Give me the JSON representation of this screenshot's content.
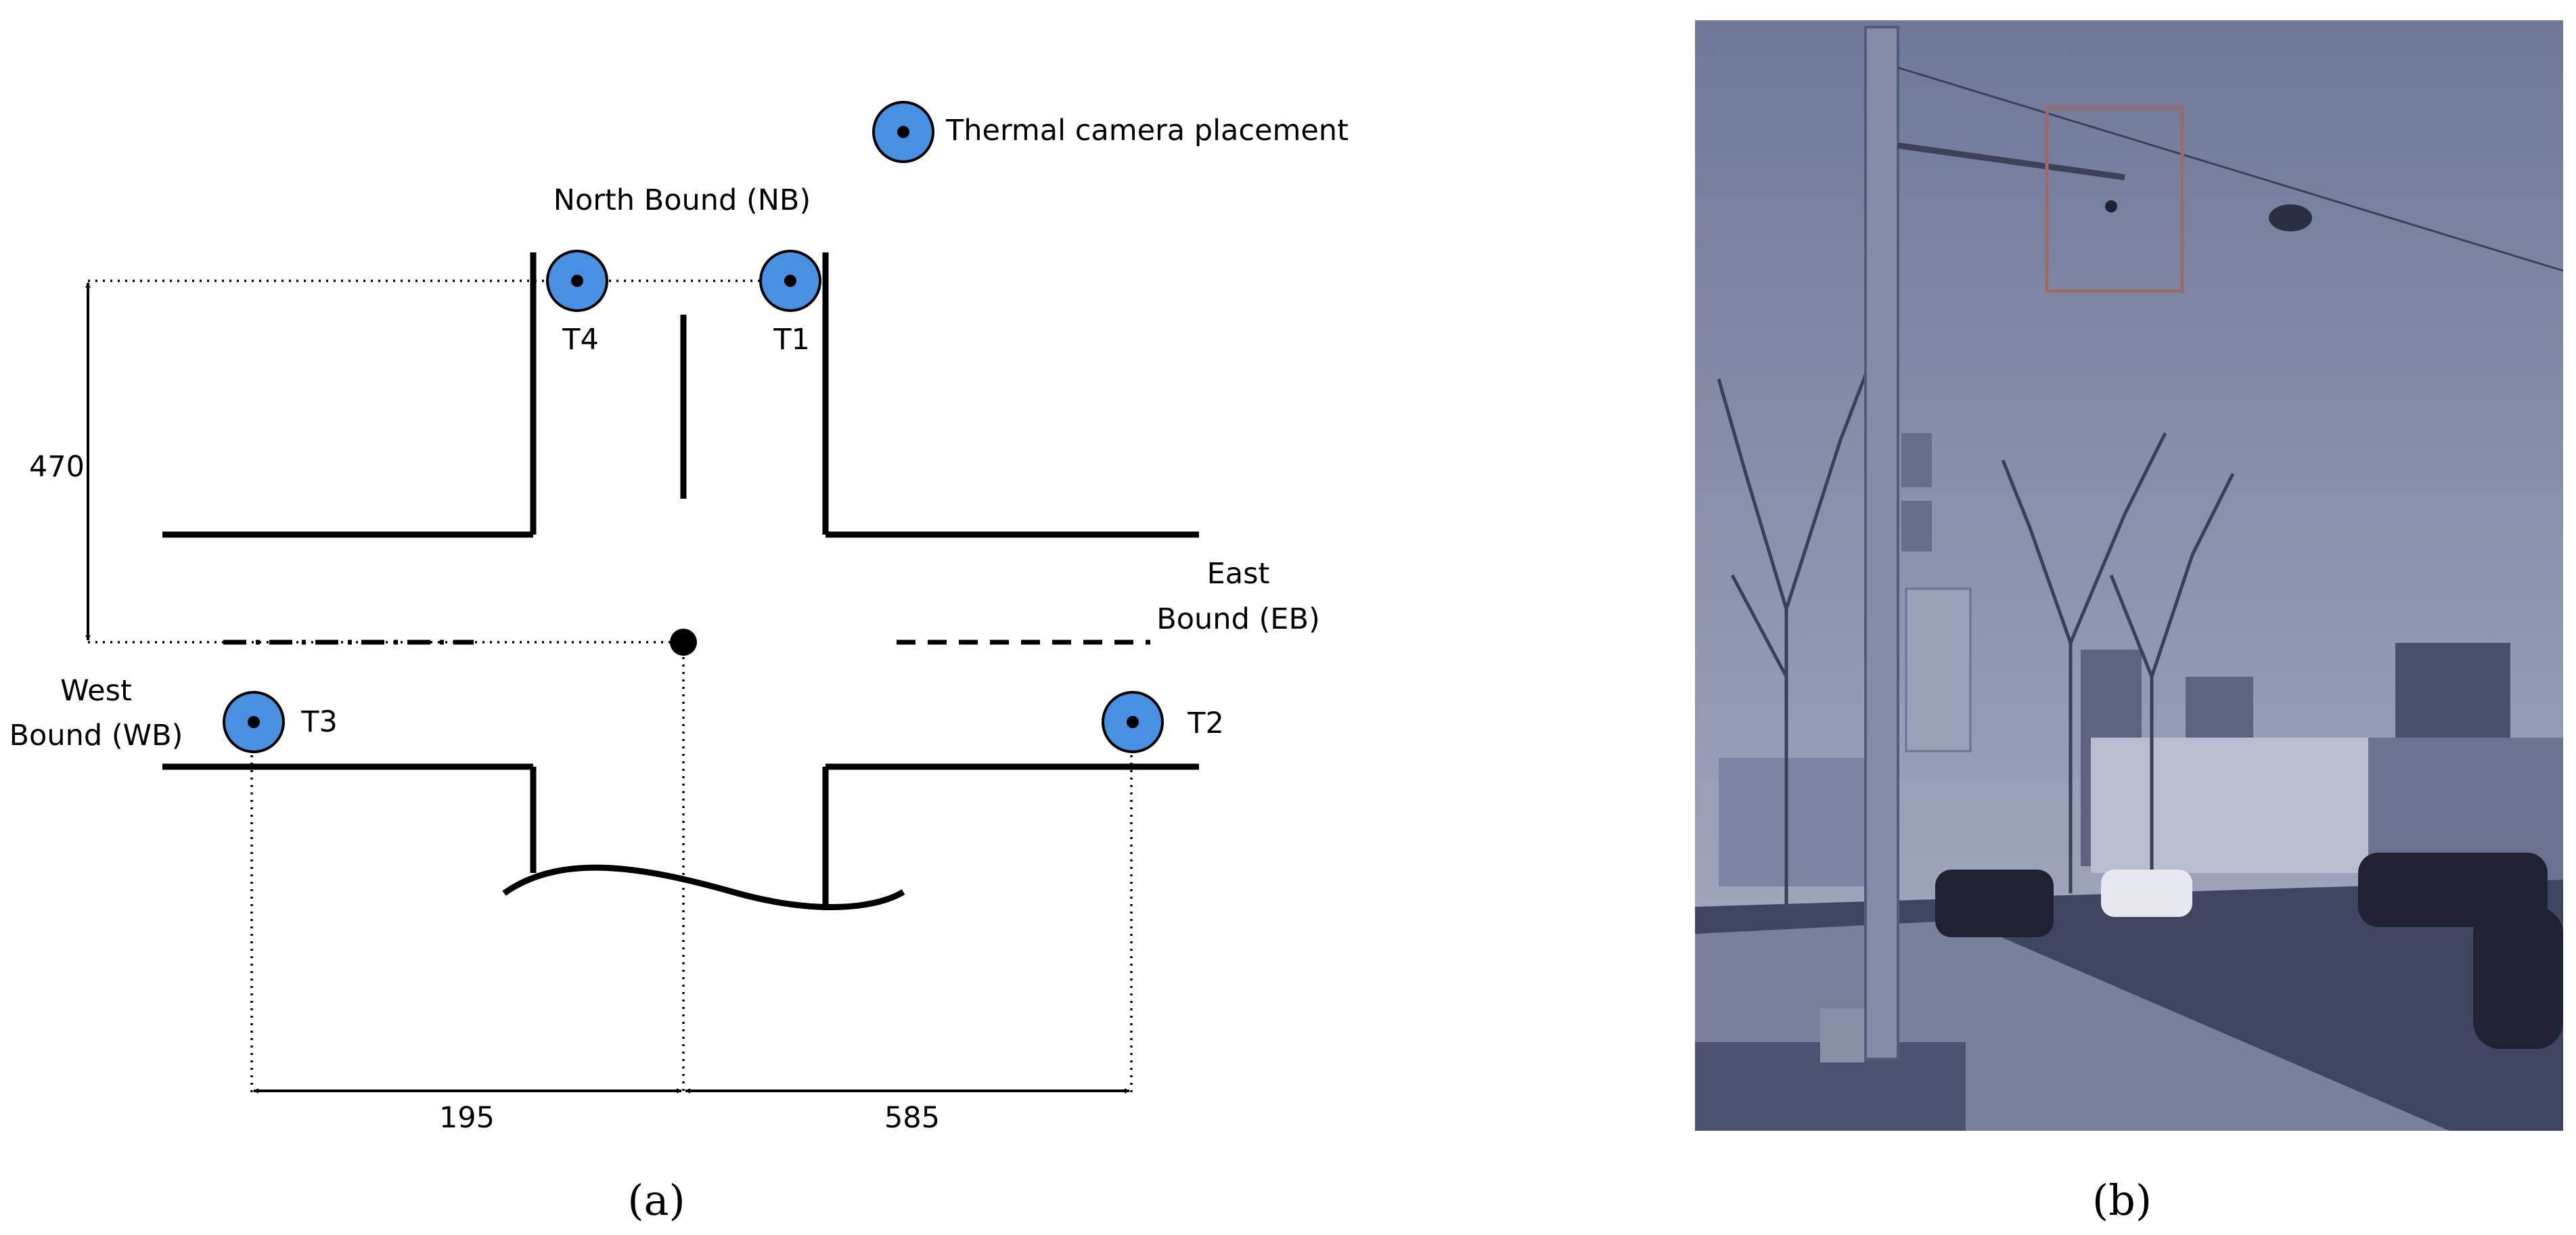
{
  "legend": {
    "label": "Thermal camera placement",
    "icon": "thermal-camera-icon"
  },
  "directions": {
    "north": "North Bound (NB)",
    "east_line1": "East",
    "east_line2": "Bound (EB)",
    "west_line1": "West",
    "west_line2": "Bound (WB)"
  },
  "cameras": {
    "t1": "T1",
    "t2": "T2",
    "t3": "T3",
    "t4": "T4"
  },
  "dimensions": {
    "vertical": "470",
    "left": "195",
    "right": "585"
  },
  "captions": {
    "a": "(a)",
    "b": "(b)"
  },
  "colors": {
    "camera_fill": "#4a90e2",
    "photo_tint": "#8f96b0",
    "highlight_box": "#9b6b6b"
  }
}
